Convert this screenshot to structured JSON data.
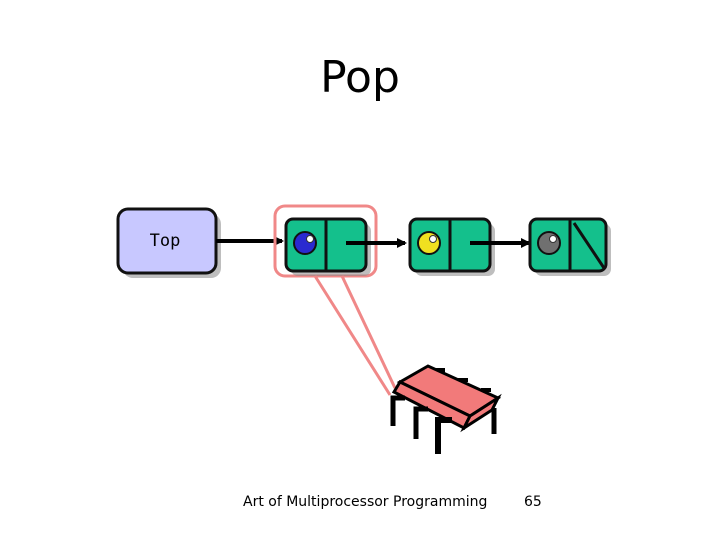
{
  "slide": {
    "title": "Pop",
    "footer": "Art of Multiprocessor Programming",
    "page_number": "65"
  },
  "diagram": {
    "top_label": "Top",
    "nodes": [
      {
        "value_color": "#2a2ad0",
        "next": "pointer"
      },
      {
        "value_color": "#f0e020",
        "next": "pointer"
      },
      {
        "value_color": "#707070",
        "next": "null"
      }
    ],
    "colors": {
      "node_fill": "#14c08c",
      "top_fill": "#c8c8ff",
      "highlight": "#f08888",
      "cpu_fill": "#f27a7a"
    },
    "icons": [
      "processor-chip-icon"
    ]
  }
}
